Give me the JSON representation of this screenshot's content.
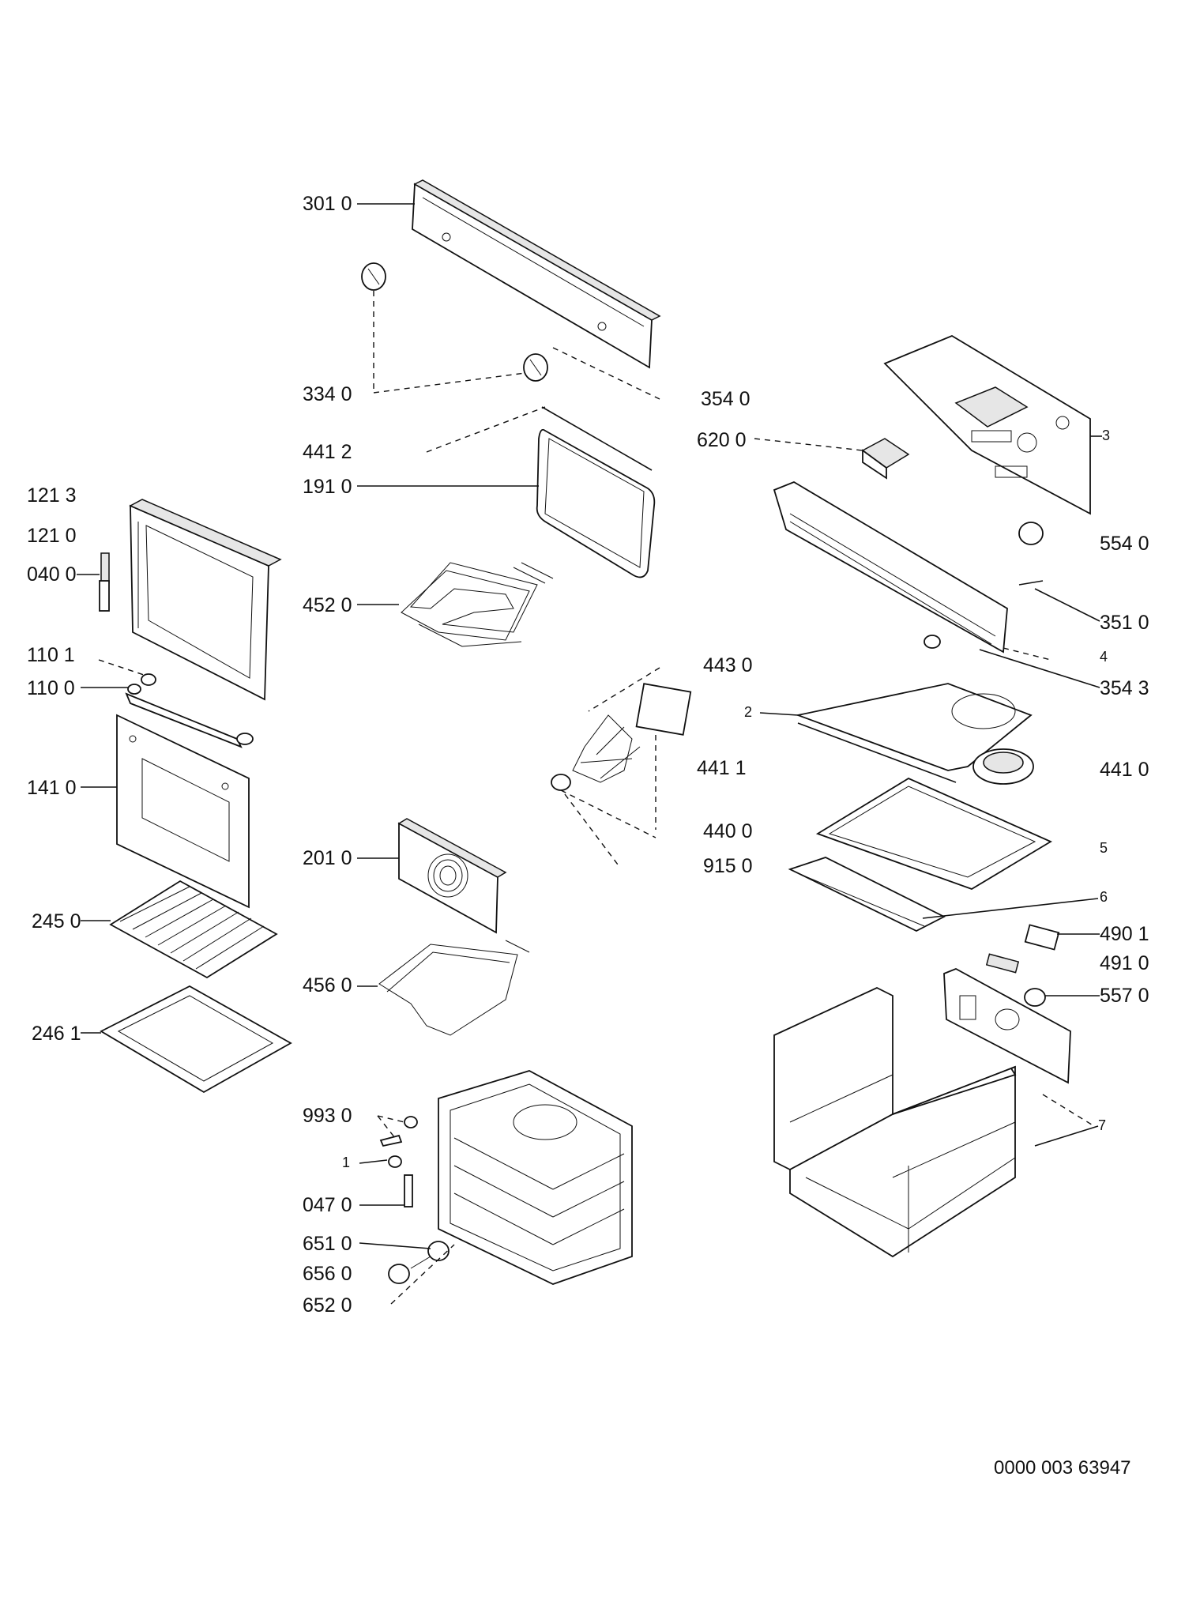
{
  "diagram": {
    "labels": [
      {
        "id": "l3010",
        "text": "301 0"
      },
      {
        "id": "l3340",
        "text": "334 0"
      },
      {
        "id": "l3540",
        "text": "354 0"
      },
      {
        "id": "l6200",
        "text": "620 0"
      },
      {
        "id": "l4412",
        "text": "441 2"
      },
      {
        "id": "l1910",
        "text": "191 0"
      },
      {
        "id": "l1213",
        "text": "121 3"
      },
      {
        "id": "l1210",
        "text": "121 0"
      },
      {
        "id": "l0400",
        "text": "040 0"
      },
      {
        "id": "l4520",
        "text": "452 0"
      },
      {
        "id": "l1101",
        "text": "110 1"
      },
      {
        "id": "l1100",
        "text": "110 0"
      },
      {
        "id": "l1410",
        "text": "141 0"
      },
      {
        "id": "l4430",
        "text": "443 0"
      },
      {
        "id": "l2",
        "text": "2"
      },
      {
        "id": "l4411",
        "text": "441 1"
      },
      {
        "id": "l4410",
        "text": "441 0"
      },
      {
        "id": "l4400",
        "text": "440 0"
      },
      {
        "id": "l9150",
        "text": "915 0"
      },
      {
        "id": "l5",
        "text": "5"
      },
      {
        "id": "l6",
        "text": "6"
      },
      {
        "id": "l2010",
        "text": "201 0"
      },
      {
        "id": "l2450",
        "text": "245 0"
      },
      {
        "id": "l4901",
        "text": "490 1"
      },
      {
        "id": "l4910",
        "text": "491 0"
      },
      {
        "id": "l4560",
        "text": "456 0"
      },
      {
        "id": "l5570",
        "text": "557 0"
      },
      {
        "id": "l2461",
        "text": "246 1"
      },
      {
        "id": "l3",
        "text": "3"
      },
      {
        "id": "l5540",
        "text": "554 0"
      },
      {
        "id": "l3510",
        "text": "351 0"
      },
      {
        "id": "l4",
        "text": "4"
      },
      {
        "id": "l3543",
        "text": "354 3"
      },
      {
        "id": "l9930",
        "text": "993 0"
      },
      {
        "id": "l1",
        "text": "1"
      },
      {
        "id": "l7",
        "text": "7"
      },
      {
        "id": "l0470",
        "text": "047 0"
      },
      {
        "id": "l6510",
        "text": "651 0"
      },
      {
        "id": "l6560",
        "text": "656 0"
      },
      {
        "id": "l6520",
        "text": "652 0"
      }
    ],
    "document_number": "0000 003 63947"
  }
}
